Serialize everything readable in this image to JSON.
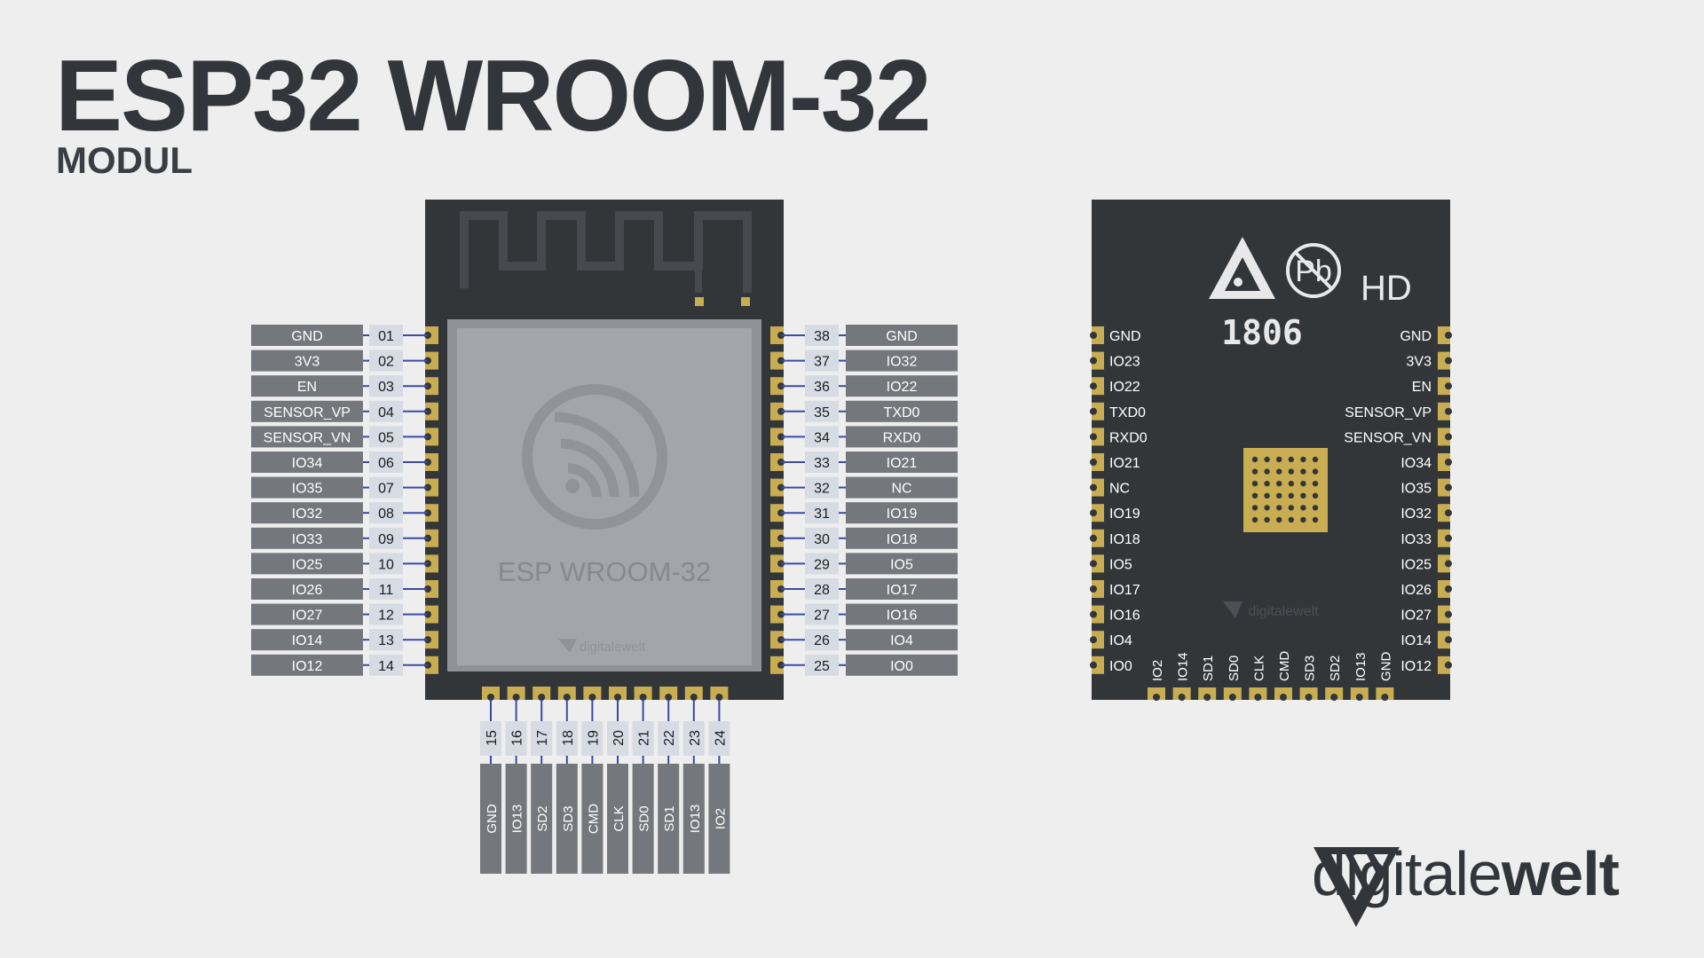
{
  "title": "ESP32 WROOM-32",
  "subtitle": "MODUL",
  "chip_label": "ESP WROOM-32",
  "chip_brand": "digitalewelt",
  "back_code": "1806",
  "back_hd": "HD",
  "back_pb": "Pb",
  "back_brand": "digitalewelt",
  "brand_light": "digitale",
  "brand_bold": "welt",
  "colors": {
    "board": "#333639",
    "pad": "#c8ad53",
    "label": "#74777b",
    "number": "#d6dbe4",
    "wire": "#3b4aa8",
    "shield": "#a2a5a9",
    "text_dark": "#32363b"
  },
  "pins_left": [
    {
      "num": "01",
      "name": "GND"
    },
    {
      "num": "02",
      "name": "3V3"
    },
    {
      "num": "03",
      "name": "EN"
    },
    {
      "num": "04",
      "name": "SENSOR_VP"
    },
    {
      "num": "05",
      "name": "SENSOR_VN"
    },
    {
      "num": "06",
      "name": "IO34"
    },
    {
      "num": "07",
      "name": "IO35"
    },
    {
      "num": "08",
      "name": "IO32"
    },
    {
      "num": "09",
      "name": "IO33"
    },
    {
      "num": "10",
      "name": "IO25"
    },
    {
      "num": "11",
      "name": "IO26"
    },
    {
      "num": "12",
      "name": "IO27"
    },
    {
      "num": "13",
      "name": "IO14"
    },
    {
      "num": "14",
      "name": "IO12"
    }
  ],
  "pins_right": [
    {
      "num": "38",
      "name": "GND"
    },
    {
      "num": "37",
      "name": "IO32"
    },
    {
      "num": "36",
      "name": "IO22"
    },
    {
      "num": "35",
      "name": "TXD0"
    },
    {
      "num": "34",
      "name": "RXD0"
    },
    {
      "num": "33",
      "name": "IO21"
    },
    {
      "num": "32",
      "name": "NC"
    },
    {
      "num": "31",
      "name": "IO19"
    },
    {
      "num": "30",
      "name": "IO18"
    },
    {
      "num": "29",
      "name": "IO5"
    },
    {
      "num": "28",
      "name": "IO17"
    },
    {
      "num": "27",
      "name": "IO16"
    },
    {
      "num": "26",
      "name": "IO4"
    },
    {
      "num": "25",
      "name": "IO0"
    }
  ],
  "pins_bottom": [
    {
      "num": "15",
      "name": "GND"
    },
    {
      "num": "16",
      "name": "IO13"
    },
    {
      "num": "17",
      "name": "SD2"
    },
    {
      "num": "18",
      "name": "SD3"
    },
    {
      "num": "19",
      "name": "CMD"
    },
    {
      "num": "20",
      "name": "CLK"
    },
    {
      "num": "21",
      "name": "SD0"
    },
    {
      "num": "22",
      "name": "SD1"
    },
    {
      "num": "23",
      "name": "IO13"
    },
    {
      "num": "24",
      "name": "IO2"
    }
  ],
  "back_left": [
    "GND",
    "IO23",
    "IO22",
    "TXD0",
    "RXD0",
    "IO21",
    "NC",
    "IO19",
    "IO18",
    "IO5",
    "IO17",
    "IO16",
    "IO4",
    "IO0"
  ],
  "back_right": [
    "GND",
    "3V3",
    "EN",
    "SENSOR_VP",
    "SENSOR_VN",
    "IO34",
    "IO35",
    "IO32",
    "IO33",
    "IO25",
    "IO26",
    "IO27",
    "IO14",
    "IO12"
  ],
  "back_bottom": [
    "IO2",
    "IO14",
    "SD1",
    "SD0",
    "CLK",
    "CMD",
    "SD3",
    "SD2",
    "IO13",
    "GND"
  ]
}
